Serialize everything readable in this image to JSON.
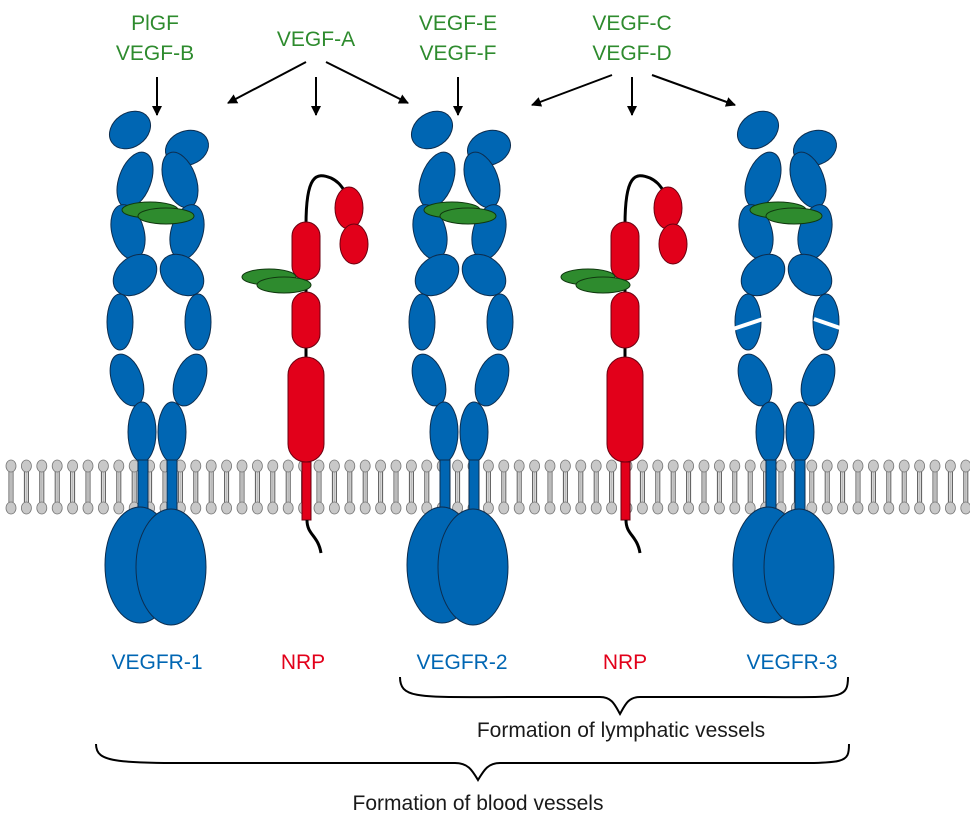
{
  "ligands": [
    {
      "id": "plgf-vegfb",
      "lines": [
        "PlGF",
        "VEGF-B"
      ]
    },
    {
      "id": "vegfa",
      "lines": [
        "VEGF-A"
      ]
    },
    {
      "id": "vegfe-vegff",
      "lines": [
        "VEGF-E",
        "VEGF-F"
      ]
    },
    {
      "id": "vegfc-vegfd",
      "lines": [
        "VEGF-C",
        "VEGF-D"
      ]
    }
  ],
  "receptors": [
    {
      "id": "vegfr1",
      "label": "VEGFR-1",
      "type": "vegfr"
    },
    {
      "id": "nrp1",
      "label": "NRP",
      "type": "nrp"
    },
    {
      "id": "vegfr2",
      "label": "VEGFR-2",
      "type": "vegfr"
    },
    {
      "id": "nrp2",
      "label": "NRP",
      "type": "nrp"
    },
    {
      "id": "vegfr3",
      "label": "VEGFR-3",
      "type": "vegfr",
      "cleaved": true
    }
  ],
  "bindings": [
    {
      "from": "plgf-vegfb",
      "to": "vegfr1"
    },
    {
      "from": "vegfa",
      "to": "vegfr1"
    },
    {
      "from": "vegfa",
      "to": "nrp1"
    },
    {
      "from": "vegfa",
      "to": "vegfr2"
    },
    {
      "from": "vegfe-vegff",
      "to": "vegfr2"
    },
    {
      "from": "vegfc-vegfd",
      "to": "vegfr2"
    },
    {
      "from": "vegfc-vegfd",
      "to": "nrp2"
    },
    {
      "from": "vegfc-vegfd",
      "to": "vegfr3"
    }
  ],
  "groups": [
    {
      "id": "lymphatic",
      "caption": "Formation of lymphatic vessels",
      "members": [
        "vegfr2",
        "nrp2",
        "vegfr3"
      ]
    },
    {
      "id": "blood",
      "caption": "Formation of blood vessels",
      "members": [
        "vegfr1",
        "nrp1",
        "vegfr2",
        "nrp2",
        "vegfr3"
      ]
    }
  ],
  "colors": {
    "vegfr": "#0066b3",
    "nrp": "#e2001a",
    "ligand": "#2e8b2e",
    "membrane": "#c8c8c8",
    "text": "#1a1a1a"
  }
}
